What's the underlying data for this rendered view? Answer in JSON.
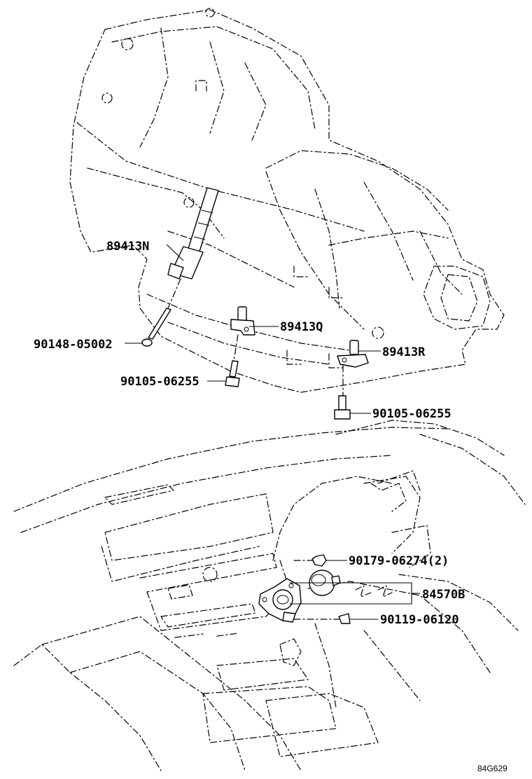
{
  "diagram": {
    "part_labels": [
      "89413N",
      "90148-05002",
      "89413Q",
      "90105-06255",
      "89413R",
      "90105-06255",
      "90179-06274(2)",
      "84570B",
      "90119-06120"
    ],
    "illustration_code": "84G629"
  }
}
